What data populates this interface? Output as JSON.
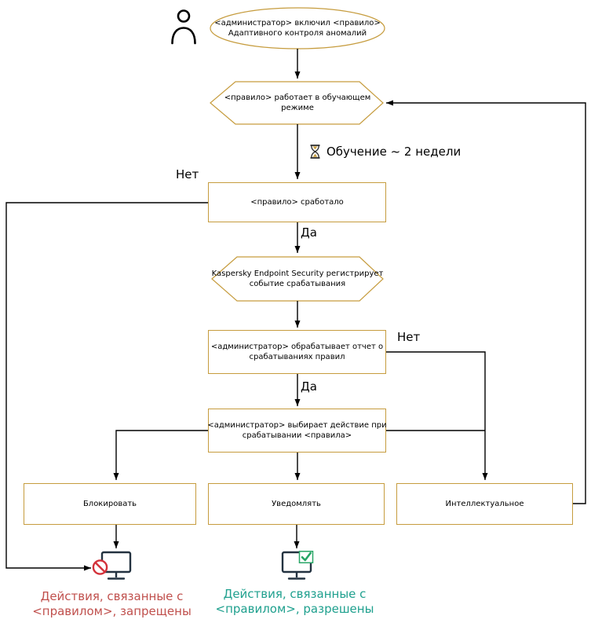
{
  "colors": {
    "shape_border": "#c69c3e",
    "connector": "#000000",
    "blocked_text": "#c0504d",
    "allowed_text": "#1fa08e",
    "prohibition_sign": "#d3313a",
    "check_sign": "#27a565"
  },
  "nodes": {
    "start": {
      "lines": [
        "<администратор> включил <правило>",
        "Адаптивного контроля аномалий"
      ]
    },
    "training": {
      "lines": [
        "<правило>  работает в обучающем",
        "режиме"
      ]
    },
    "training_note": {
      "label": "Обучение ~ 2 недели"
    },
    "triggered": {
      "label": "<правило>  сработало"
    },
    "registers": {
      "lines": [
        "Kaspersky Endpoint Security регистрирует",
        "событие срабатывания"
      ]
    },
    "report": {
      "lines": [
        "<администратор> обрабатывает отчет о",
        "срабатываниях правил"
      ]
    },
    "choose": {
      "lines": [
        "<администратор> выбирает действие при",
        "срабатывании <правила>"
      ]
    },
    "block": {
      "label": "Блокировать"
    },
    "notify": {
      "label": "Уведомлять"
    },
    "smart": {
      "label": "Интеллектуальное"
    }
  },
  "edge_labels": {
    "no_triggered": "Нет",
    "yes_triggered": "Да",
    "no_report": "Нет",
    "yes_report": "Да"
  },
  "outcomes": {
    "blocked": {
      "lines": [
        "Действия, связанные с",
        "<правилом>, запрещены"
      ]
    },
    "allowed": {
      "lines": [
        "Действия, связанные с",
        "<правилом>, разрешены"
      ]
    }
  },
  "icons": {
    "person": "person-icon",
    "hourglass": "hourglass-icon",
    "monitor_blocked": "monitor-blocked-icon",
    "monitor_allowed": "monitor-allowed-icon"
  }
}
